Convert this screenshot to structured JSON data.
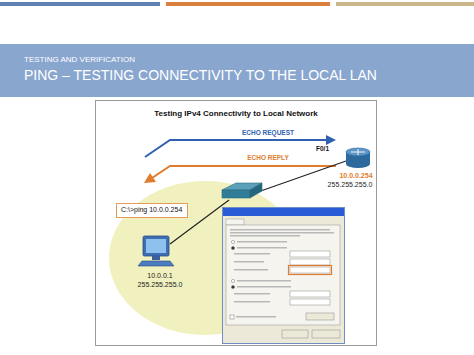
{
  "diagram": {
    "title": "PING – TESTING CONNECTIVITY TO THE LOCAL LAN",
    "nodes": [
      {
        "text": [
          "C:\\>ping 10.0.0.254"
        ]
      }
    ],
    "labels": [
      "TESTING AND VERIFICATION",
      "Testing IPv4 Connectivity to Local Network",
      "ECHO REQUEST",
      "ECHO REPLY",
      "F0/1",
      "10.0.0.254",
      "255.255.255.0",
      "10.0.0.1",
      "255.255.255.0"
    ]
  }
}
